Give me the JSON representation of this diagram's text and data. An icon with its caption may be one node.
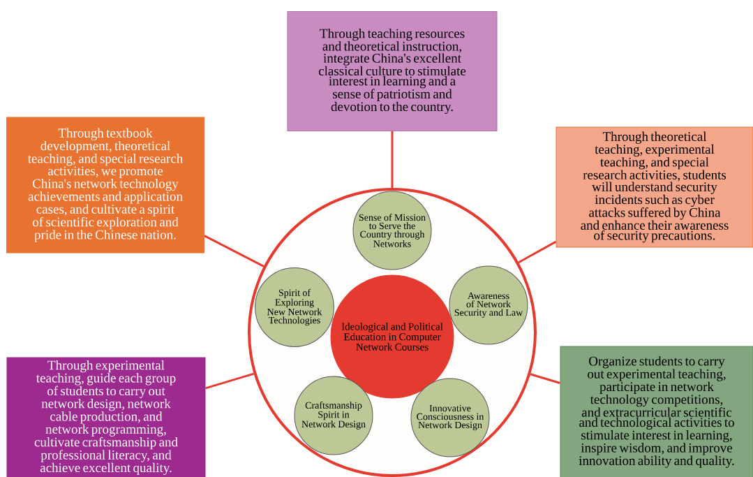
{
  "diagram": {
    "nodes": [
      {
        "text": [
          "Through teaching resources and theoretical instruction, integrate China's excellent classical culture to stimulate interest in learning and a sense of patriotism and devotion to the country."
        ]
      },
      {
        "text": [
          "Through textbook development, theoretical teaching, and special research activities, we promote China's network technology achievements and application cases, and cultivate a spirit of scientific exploration and pride in the Chinese nation."
        ]
      },
      {
        "text": [
          "Through theoretical teaching, experimental teaching, and special research activities, students will understand security incidents such as cyber attacks suffered by China and enhance their awareness of security precautions."
        ]
      },
      {
        "text": [],
        "shape": "circle"
      },
      {
        "text": [
          "Sense of Mission to Serve the Country through Networks"
        ],
        "in": 3
      },
      {
        "text": [
          "Spirit of Exploring New Network Technologies"
        ],
        "in": 3
      },
      {
        "text": [
          "Ideological and Political Education in Computer Network Courses"
        ],
        "in": 3
      },
      {
        "text": [
          "Awareness of Network Security and Law"
        ],
        "in": 3
      },
      {
        "text": [
          "Through experimental teaching, guide each group of students to carry out network design, network cable production, and network programming, cultivate craftsmanship and professional literacy, and achieve excellent quality."
        ]
      },
      {
        "text": [
          "Organize students to carry out experimental teaching, participate in network technology competitions, and extracurricular scientific and technological activities to stimulate interest in learning, inspire wisdom, and improve innovation ability and quality."
        ]
      },
      {
        "text": [
          "Craftsmanship Spirit in Network Design"
        ],
        "in": 3
      },
      {
        "text": [
          "Innovative Consciousness in Network Design"
        ],
        "in": 3
      }
    ],
    "edges": [
      {
        "from": 3,
        "to": 0,
        "arrow": "none"
      },
      {
        "from": 3,
        "to": 1,
        "arrow": "none"
      },
      {
        "from": 3,
        "to": 2,
        "arrow": "none"
      },
      {
        "from": 3,
        "to": 8,
        "arrow": "none"
      },
      {
        "from": 3,
        "to": 9,
        "arrow": "none"
      }
    ]
  }
}
